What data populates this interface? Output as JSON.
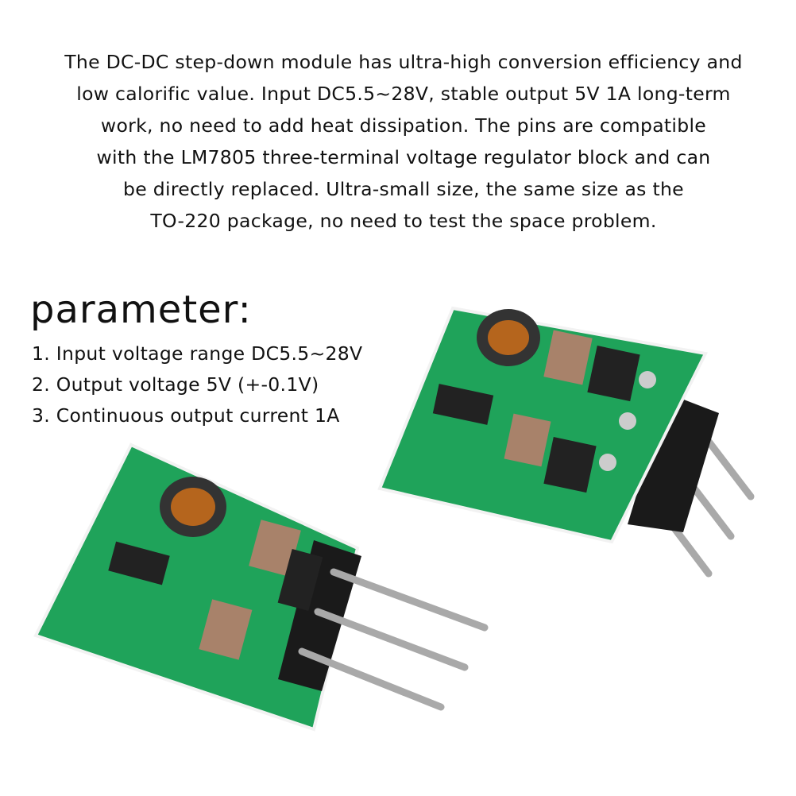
{
  "description": {
    "lines": [
      "The DC-DC step-down module has ultra-high conversion efficiency and",
      "low calorific value. Input DC5.5~28V, stable output 5V 1A long-term",
      "work, no need to add heat dissipation. The pins are compatible",
      "with the LM7805 three-terminal voltage regulator block and can",
      "be directly replaced. Ultra-small size, the same size as the",
      "TO-220 package, no need to test the space problem."
    ]
  },
  "parameters": {
    "title": "parameter:",
    "items": [
      "1. Input voltage range DC5.5~28V",
      "2. Output voltage 5V (+-0.1V)",
      "3. Continuous output current 1A"
    ]
  },
  "colors": {
    "pcb": "#1fa35a",
    "pcb_dark": "#168a48",
    "pad": "#c8c8c8",
    "pin": "#a9a9a9",
    "header": "#1a1a1a",
    "capacitor": "#a8826a"
  }
}
